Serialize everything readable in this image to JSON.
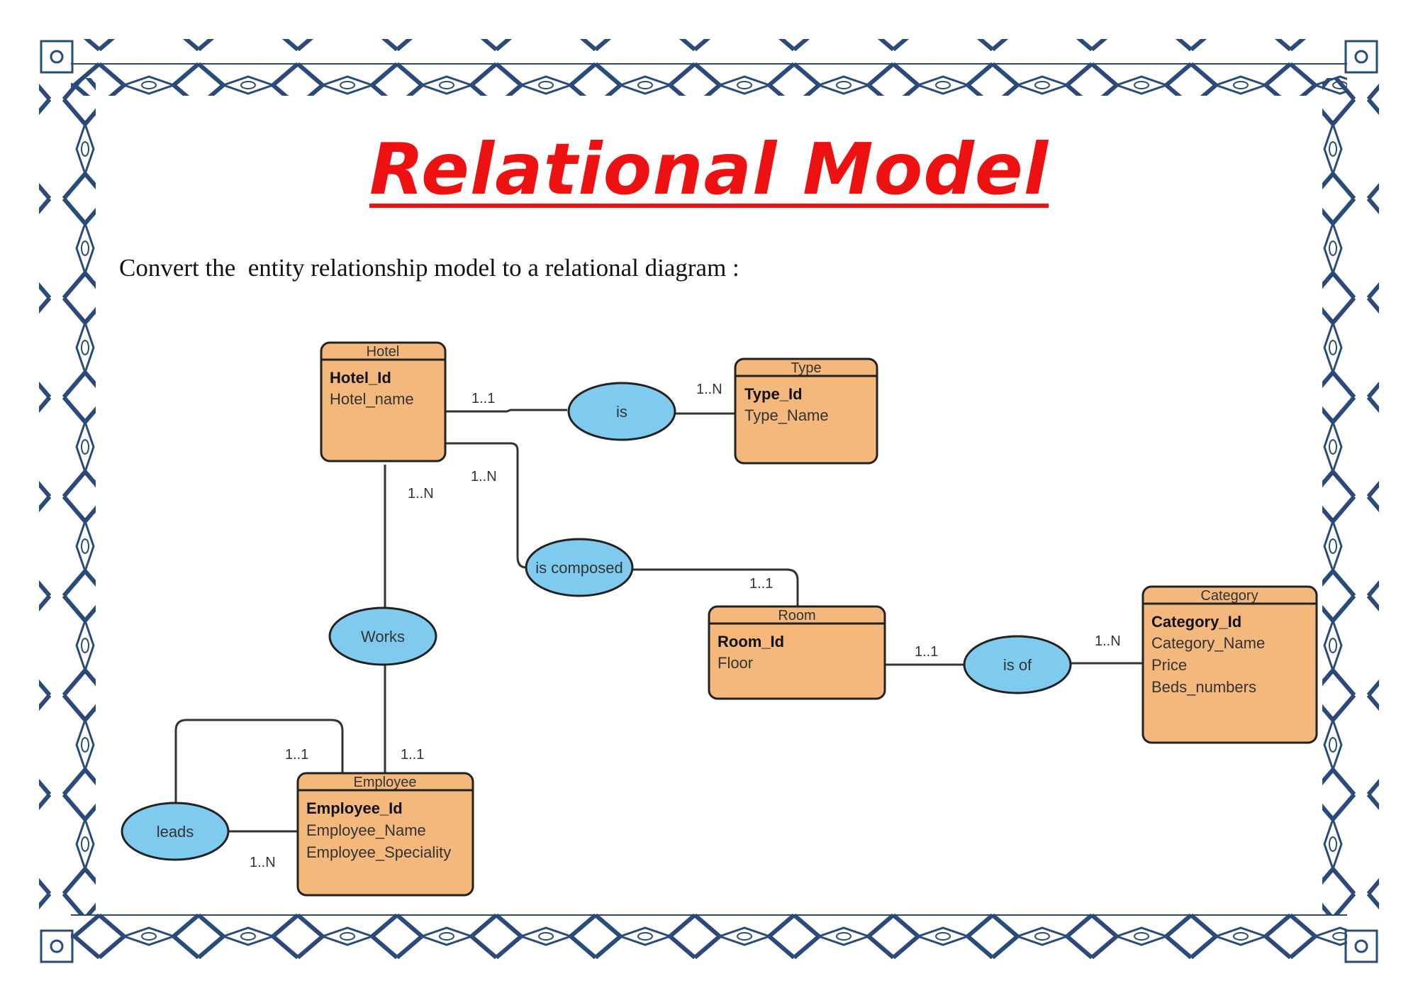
{
  "page": {
    "title": "Relational Model",
    "instruction": "Convert the  entity relationship model to a relational diagram :"
  },
  "colors": {
    "title": "#ee1111",
    "entity_fill": "#f4b87c",
    "relationship_fill": "#7fcbf0",
    "frame": "#2a4a7a",
    "line": "#333333"
  },
  "entities": {
    "hotel": {
      "name": "Hotel",
      "key": "Hotel_Id",
      "attrs": [
        "Hotel_name"
      ]
    },
    "type": {
      "name": "Type",
      "key": "Type_Id",
      "attrs": [
        "Type_Name"
      ]
    },
    "room": {
      "name": "Room",
      "key": "Room_Id",
      "attrs": [
        "Floor"
      ]
    },
    "category": {
      "name": "Category",
      "key": "Category_Id",
      "attrs": [
        "Category_Name",
        "Price",
        "Beds_numbers"
      ]
    },
    "employee": {
      "name": "Employee",
      "key": "Employee_Id",
      "attrs": [
        "Employee_Name",
        "Employee_Speciality"
      ]
    }
  },
  "relationships": {
    "is": "is",
    "is_composed": "is composed",
    "works": "Works",
    "is_of": "is of",
    "leads": "leads"
  },
  "cardinalities": {
    "hotel_is": "1..1",
    "type_is": "1..N",
    "hotel_composed": "1..N",
    "room_composed": "1..1",
    "hotel_works": "1..N",
    "employee_works": "1..1",
    "room_is_of": "1..1",
    "category_is_of": "1..N",
    "employee_leads_top": "1..1",
    "employee_leads_side": "1..N"
  }
}
